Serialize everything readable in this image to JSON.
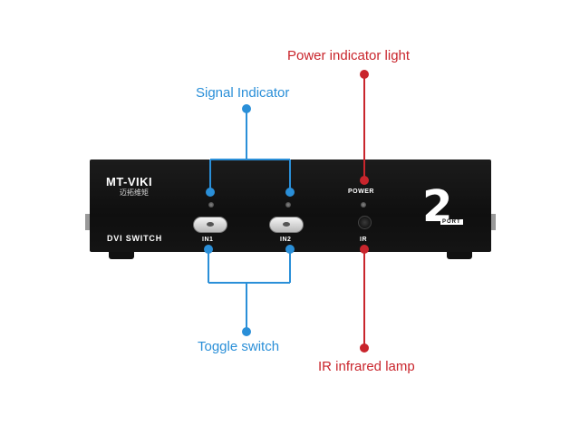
{
  "annotations": {
    "signal_indicator": "Signal Indicator",
    "toggle_switch": "Toggle switch",
    "power_indicator": "Power indicator light",
    "ir_lamp": "IR infrared lamp"
  },
  "device": {
    "brand": "MT-VIKI",
    "brand_chinese": "迈拓维矩",
    "model": "DVI SWITCH",
    "port1": "IN1",
    "port2": "IN2",
    "power": "POWER",
    "ir": "IR",
    "port_count": "2",
    "port_word": "PORT"
  },
  "colors": {
    "blue": "#2a8fd8",
    "red": "#c9252c",
    "body": "#151515"
  }
}
